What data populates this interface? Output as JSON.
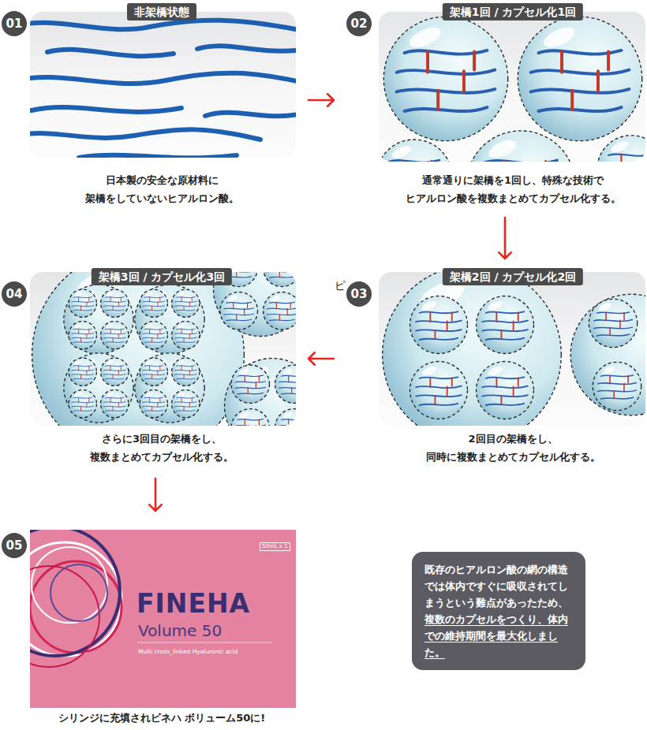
{
  "diagram": {
    "nodes": [
      {
        "text": [
          "01",
          "非架橋状態",
          "日本製の安全な原材料に 架橋をしていないヒアルロン酸。"
        ]
      },
      {
        "text": [
          "02",
          "架橋1回 / カプセル化1回",
          "通常通りに架橋を1回し、特殊な技術で ヒアルロン酸を複数まとめてカプセル化する。"
        ]
      },
      {
        "text": [
          "03",
          "架橋2回 / カプセル化2回",
          "2回目の架橋をし、 同時に複数まとめてカプセル化する。"
        ]
      },
      {
        "text": [
          "04",
          "架橋3回 / カプセル化3回",
          "さらに3回目の架橋をし、 複数まとめてカプセル化する。"
        ]
      },
      {
        "text": [
          "05",
          "シリンジに充填されビネハ ボリューム50に!"
        ]
      },
      {
        "text": [
          "50mL x 1",
          "FINEHA",
          "Volume 50",
          "Multi cross_linked Hyaluronic acid"
        ],
        "in": 4
      },
      {
        "text": [
          "既存のヒアルロン酸の網の構造では体内ですぐに吸収されてしまうという難点があったため、",
          "複数のカプセルをつくり、体内での維持期間を最大化しました。"
        ]
      }
    ],
    "edges": [
      {
        "from": 0,
        "to": 1,
        "arrow": "to"
      },
      {
        "from": 1,
        "to": 2,
        "arrow": "to"
      },
      {
        "from": 2,
        "to": 3,
        "arrow": "to"
      },
      {
        "from": 3,
        "to": 4,
        "arrow": "to"
      }
    ],
    "labels": [
      "ピ"
    ]
  }
}
